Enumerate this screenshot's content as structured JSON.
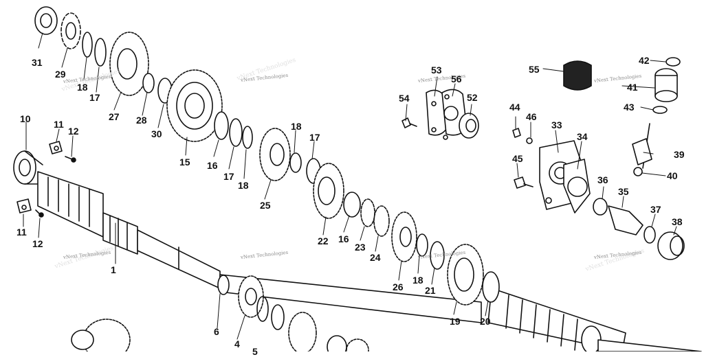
{
  "diagram": {
    "part_numbers": [
      "1",
      "4",
      "5",
      "6",
      "10",
      "11",
      "11",
      "12",
      "12",
      "15",
      "16",
      "16",
      "17",
      "17",
      "17",
      "18",
      "18",
      "18",
      "18",
      "19",
      "20",
      "21",
      "22",
      "23",
      "24",
      "25",
      "26",
      "27",
      "28",
      "29",
      "30",
      "31",
      "33",
      "34",
      "35",
      "36",
      "37",
      "38",
      "39",
      "40",
      "41",
      "42",
      "43",
      "44",
      "45",
      "46",
      "52",
      "53",
      "54",
      "55",
      "56"
    ],
    "watermark": "vNext Technologies"
  }
}
